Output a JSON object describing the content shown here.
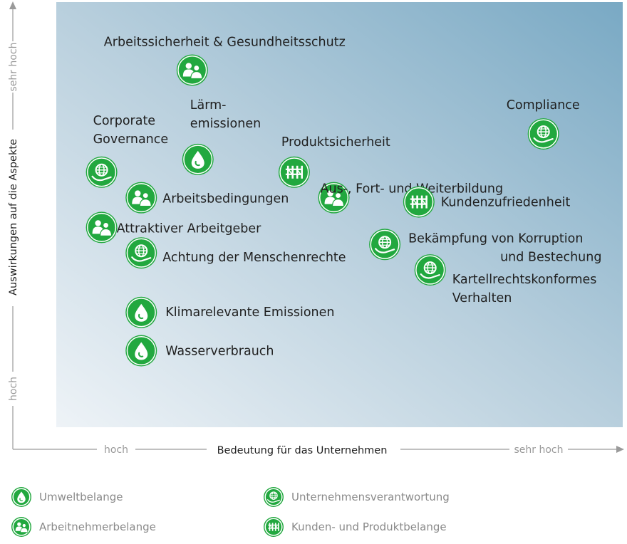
{
  "colors": {
    "green": "#22a83f",
    "plot_bg_light": "#eef3f7",
    "plot_bg_dark": "#79a9c4",
    "axis": "#9a9a9a",
    "text": "#1f1f1f"
  },
  "chart_data": {
    "type": "scatter",
    "xlabel": "Bedeutung für das Unternehmen",
    "ylabel": "Auswirkungen auf die Aspekte",
    "x_ticks": [
      "hoch",
      "sehr hoch"
    ],
    "y_ticks": [
      "hoch",
      "sehr hoch"
    ],
    "xlim": [
      0,
      100
    ],
    "ylim": [
      0,
      100
    ],
    "grid": false,
    "legend_position": "bottom",
    "legend": [
      {
        "category": "umwelt",
        "label": "Umweltbelange",
        "icon": "drop-icon"
      },
      {
        "category": "arbeitnehmer",
        "label": "Arbeitnehmerbelange",
        "icon": "people-icon"
      },
      {
        "category": "unternehmen",
        "label": "Unternehmensverantwortung",
        "icon": "globe-hand-icon"
      },
      {
        "category": "kunden",
        "label": "Kunden- und Produktbelange",
        "icon": "fence-icon"
      }
    ],
    "points": [
      {
        "label": [
          "Arbeitssicherheit & Gesundheitsschutz"
        ],
        "category": "arbeitnehmer",
        "x": 24,
        "y": 84
      },
      {
        "label": [
          "Compliance"
        ],
        "category": "unternehmen",
        "x": 86,
        "y": 69
      },
      {
        "label": [
          "Corporate",
          "Governance"
        ],
        "category": "unternehmen",
        "x": 8,
        "y": 60
      },
      {
        "label": [
          "Lärm-",
          "emissionen"
        ],
        "category": "umwelt",
        "x": 25,
        "y": 63
      },
      {
        "label": [
          "Produktsicherheit"
        ],
        "category": "kunden",
        "x": 42,
        "y": 60
      },
      {
        "label": [
          "Aus-, Fort- und Weiterbildung"
        ],
        "category": "arbeitnehmer",
        "x": 49,
        "y": 54
      },
      {
        "label": [
          "Arbeitsbedingungen"
        ],
        "category": "arbeitnehmer",
        "x": 15,
        "y": 54
      },
      {
        "label": [
          "Kundenzufriedenheit"
        ],
        "category": "kunden",
        "x": 64,
        "y": 53
      },
      {
        "label": [
          "Attraktiver Arbeitgeber"
        ],
        "category": "arbeitnehmer",
        "x": 8,
        "y": 47
      },
      {
        "label": [
          "Bekämpfung von Korruption",
          "und Bestechung"
        ],
        "category": "unternehmen",
        "x": 58,
        "y": 43
      },
      {
        "label": [
          "Achtung der Menschenrechte"
        ],
        "category": "unternehmen",
        "x": 15,
        "y": 41
      },
      {
        "label": [
          "Kartellrechtskonformes",
          "Verhalten"
        ],
        "category": "unternehmen",
        "x": 66,
        "y": 37
      },
      {
        "label": [
          "Klimarelevante Emissionen"
        ],
        "category": "umwelt",
        "x": 15,
        "y": 27
      },
      {
        "label": [
          "Wasserverbrauch"
        ],
        "category": "umwelt",
        "x": 15,
        "y": 18
      }
    ]
  }
}
